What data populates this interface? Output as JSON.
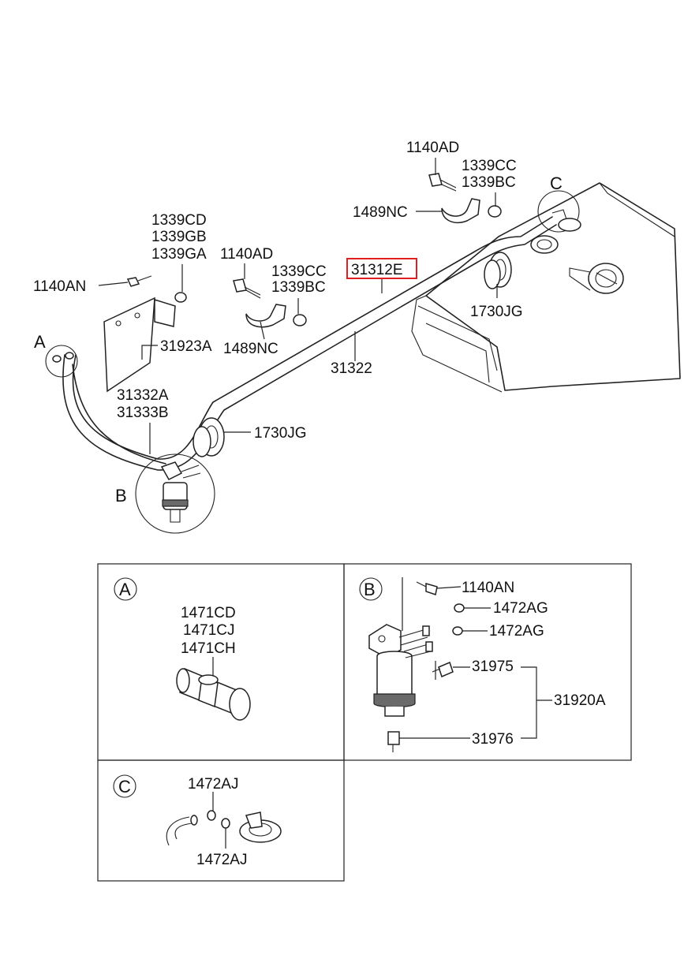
{
  "main_labels": {
    "l_1140AD_top": "1140AD",
    "l_1339CC_top": "1339CC",
    "l_1339BC_top": "1339BC",
    "l_C": "C",
    "l_1489NC_top": "1489NC",
    "l_1339CD": "1339CD",
    "l_1339GB": "1339GB",
    "l_1339GA": "1339GA",
    "l_1140AD_mid": "1140AD",
    "l_1339CC_mid": "1339CC",
    "l_1339BC_mid": "1339BC",
    "l_31312E": "31312E",
    "l_1140AN_left": "1140AN",
    "l_1730JG_right": "1730JG",
    "l_A": "A",
    "l_31923A": "31923A",
    "l_1489NC_mid": "1489NC",
    "l_31322": "31322",
    "l_31332A": "31332A",
    "l_31333B": "31333B",
    "l_1730JG_left": "1730JG",
    "l_B": "B"
  },
  "detail_A": {
    "marker": "A",
    "labels": [
      "1471CD",
      "1471CJ",
      "1471CH"
    ]
  },
  "detail_B": {
    "marker": "B",
    "l_1140AN": "1140AN",
    "l_1472AG_1": "1472AG",
    "l_1472AG_2": "1472AG",
    "l_31975": "31975",
    "l_31920A": "31920A",
    "l_31976": "31976"
  },
  "detail_C": {
    "marker": "C",
    "l_1472AJ_top": "1472AJ",
    "l_1472AJ_bottom": "1472AJ"
  },
  "colors": {
    "highlight_box": "#e02020",
    "line": "#222222",
    "background": "#ffffff"
  }
}
